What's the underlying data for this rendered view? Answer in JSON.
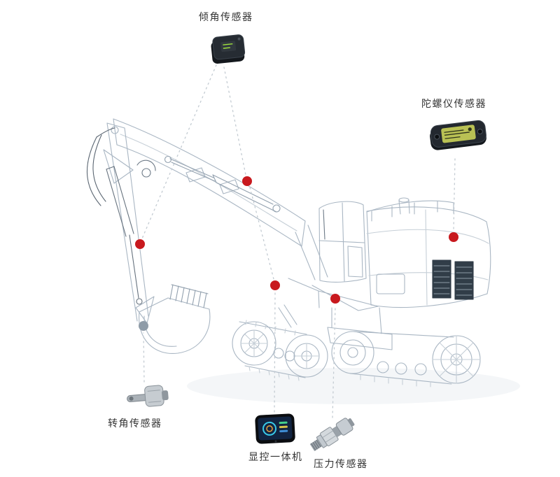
{
  "labels": {
    "tilt_sensor": "倾角传感器",
    "gyro_sensor": "陀螺仪传感器",
    "angle_sensor": "转角传感器",
    "display_unit": "显控一体机",
    "pressure_sensor": "压力传感器"
  },
  "marker_colors": {
    "red": "#c8191e",
    "gray": "#8f9ca8"
  },
  "style_colors": {
    "background": "#ffffff",
    "wireframe": "#a9b6c3",
    "wireframe_dark": "#5b6672",
    "connector": "#c3cbd2",
    "label_text": "#333333"
  }
}
